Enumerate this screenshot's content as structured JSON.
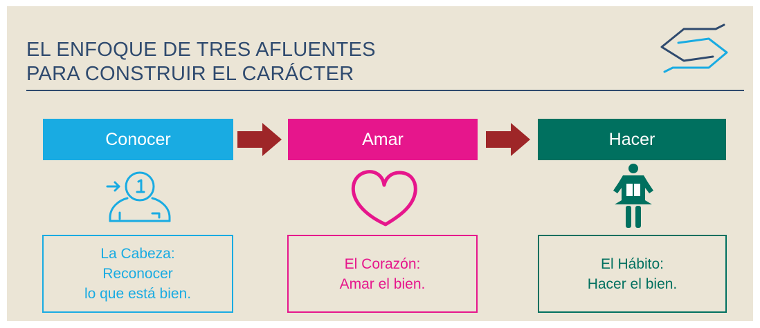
{
  "header": {
    "title_line1": "EL ENFOQUE DE TRES AFLUENTES",
    "title_line2": "PARA CONSTRUIR EL CARÁCTER",
    "logo_icon": "double-arrow-exchange-icon"
  },
  "colors": {
    "background": "#ebe5d6",
    "title": "#2f4a6e",
    "know": "#19abe2",
    "love": "#e6168c",
    "do": "#00705f",
    "arrow": "#9e2628"
  },
  "stages": [
    {
      "label": "Conocer",
      "icon": "head-person-icon",
      "box_line1": "La Cabeza:",
      "box_line2": "Reconocer",
      "box_line3": "lo que está bien."
    },
    {
      "label": "Amar",
      "icon": "heart-icon",
      "box_line1": "El Corazón:",
      "box_line2": "Amar el bien."
    },
    {
      "label": "Hacer",
      "icon": "person-giving-gift-icon",
      "box_line1": "El Hábito:",
      "box_line2": "Hacer el bien."
    }
  ]
}
